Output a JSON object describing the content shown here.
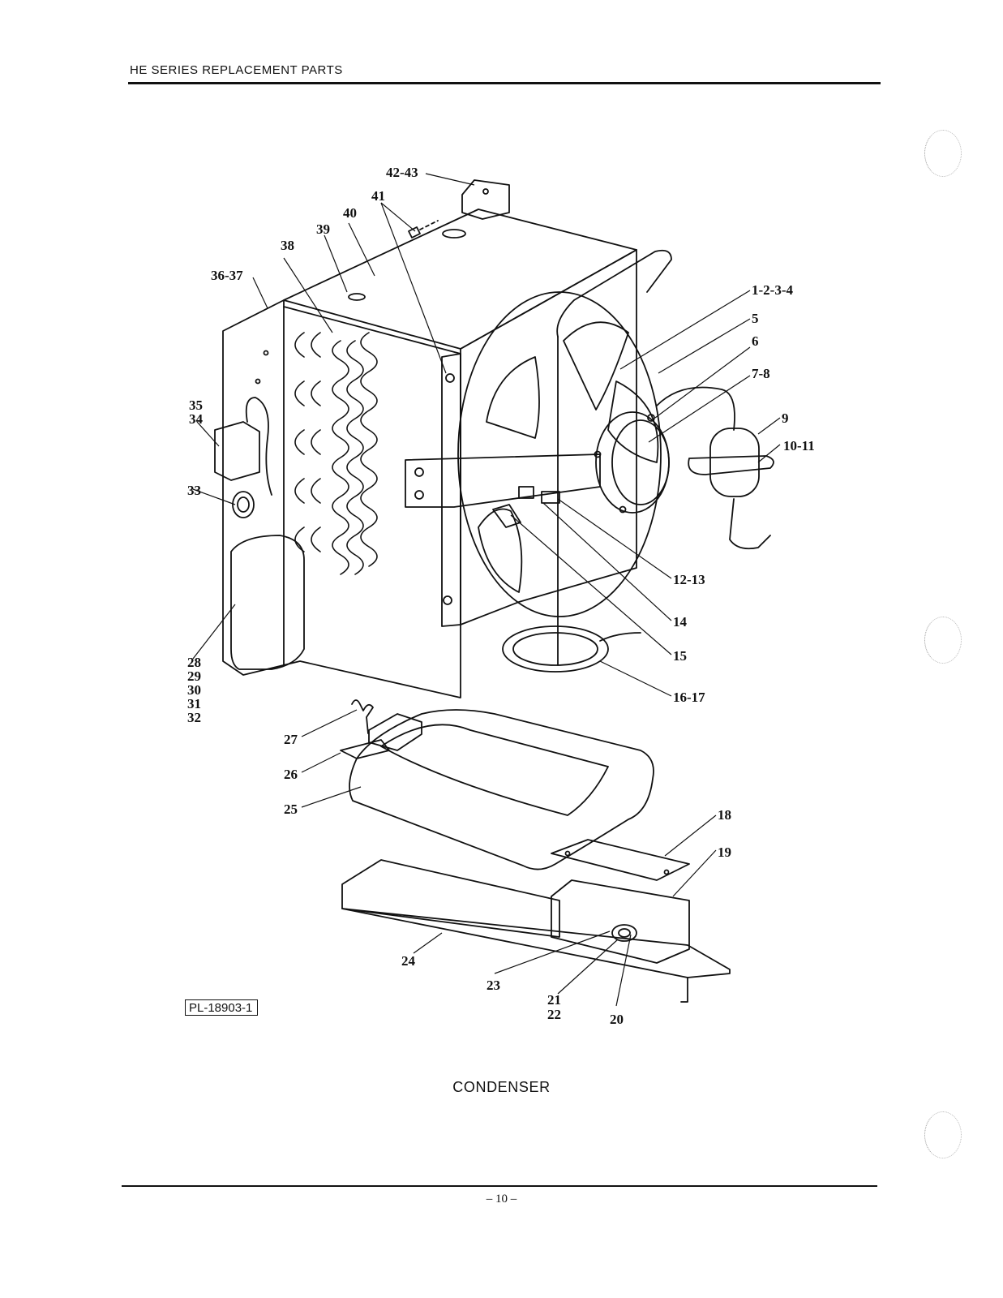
{
  "header": {
    "title": "HE SERIES REPLACEMENT PARTS"
  },
  "figure": {
    "reference": "PL-18903-1",
    "caption": "CONDENSER",
    "callouts": {
      "c1_4": "1-2-3-4",
      "c5": "5",
      "c6": "6",
      "c7_8": "7-8",
      "c9": "9",
      "c10_11": "10-11",
      "c12_13": "12-13",
      "c14": "14",
      "c15": "15",
      "c16_17": "16-17",
      "c18": "18",
      "c19": "19",
      "c20": "20",
      "c21": "21",
      "c22": "22",
      "c23": "23",
      "c24": "24",
      "c25": "25",
      "c26": "26",
      "c27": "27",
      "c28": "28",
      "c29": "29",
      "c30": "30",
      "c31": "31",
      "c32": "32",
      "c33": "33",
      "c34": "34",
      "c35": "35",
      "c36_37": "36-37",
      "c38": "38",
      "c39": "39",
      "c40": "40",
      "c41": "41",
      "c42_43": "42-43"
    }
  },
  "footer": {
    "page_number": "– 10 –"
  }
}
